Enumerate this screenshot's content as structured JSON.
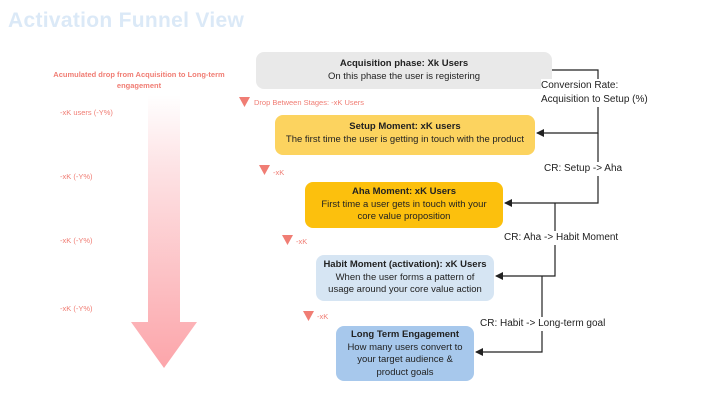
{
  "title": "Activation Funnel View",
  "accumulated_label": "Acumulated drop from Acquisition to Long-term engagement",
  "left_labels": [
    "-xK users (-Y%)",
    "-xK (-Y%)",
    "-xK (-Y%)",
    "-xK (-Y%)"
  ],
  "drops": [
    "Drop Between Stages: -xK Users",
    "-xK",
    "-xK",
    "-xK"
  ],
  "stages": [
    {
      "title": "Acquisition phase: Xk Users",
      "subtitle": "On this phase the user is registering",
      "color": "#e9e9e9"
    },
    {
      "title": "Setup Moment: xK users",
      "subtitle": "The first time the user is getting in touch with the product",
      "color": "#fcd35f"
    },
    {
      "title": "Aha Moment: xK Users",
      "subtitle": "First time a user gets in touch with your core value proposition",
      "color": "#fcc00d"
    },
    {
      "title": "Habit Moment (activation): xK Users",
      "subtitle": "When the user forms a pattern of usage around your core value action",
      "color": "#d6e5f3"
    },
    {
      "title": "Long Term Engagement",
      "subtitle": "How many users convert to your target audience & product goals",
      "color": "#a7c8ec"
    }
  ],
  "conversion_labels": [
    "Conversion Rate: Acquisition to Setup (%)",
    "CR: Setup -> Aha",
    "CR: Aha -> Habit Moment",
    "CR: Habit -> Long-term goal"
  ],
  "colors": {
    "title": "#dbe9f7",
    "drop": "#f07d74",
    "arrow_top": "#ffffff",
    "arrow_bottom": "#fca5aa"
  }
}
